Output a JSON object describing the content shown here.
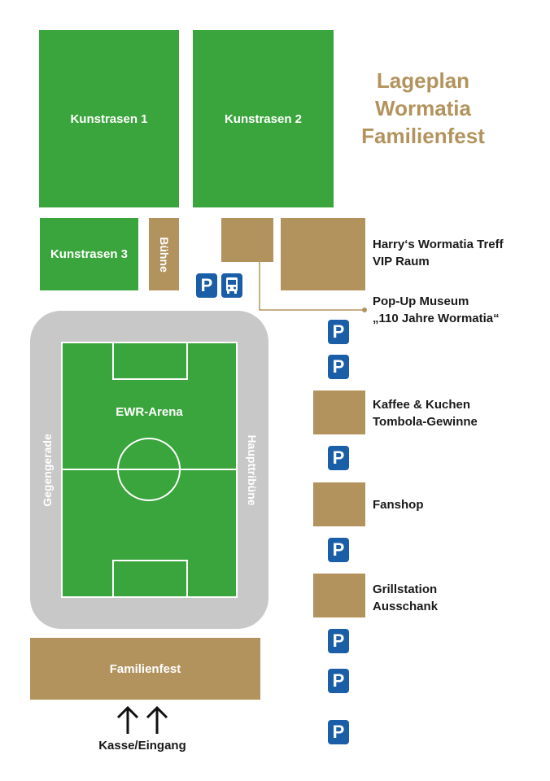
{
  "title": {
    "line1": "Lageplan",
    "line2": "Wormatia",
    "line3": "Familienfest"
  },
  "fields": {
    "kunstrasen1": "Kunstrasen 1",
    "kunstrasen2": "Kunstrasen 2",
    "kunstrasen3": "Kunstrasen 3"
  },
  "stage": "Bühne",
  "stadium": {
    "name": "EWR-Arena",
    "left_stand": "Gegengerade",
    "right_stand": "Haupttribüne"
  },
  "locations": {
    "vip_line1": "Harry‘s Wormatia Treff",
    "vip_line2": "VIP Raum",
    "museum_line1": "Pop-Up Museum",
    "museum_line2": "„110 Jahre Wormatia“",
    "kaffee_line1": "Kaffee & Kuchen",
    "kaffee_line2": "Tombola-Gewinne",
    "fanshop": "Fanshop",
    "grill_line1": "Grillstation",
    "grill_line2": "Ausschank"
  },
  "familienfest": "Familienfest",
  "entrance": "Kasse/Eingang",
  "parking_symbol": "P",
  "colors": {
    "field_green": "#3aa53c",
    "building_gold": "#b3935d",
    "track_gray": "#c8c8c8",
    "parking_blue": "#1a5ea8"
  },
  "icons": [
    "parking-icon",
    "bus-icon",
    "arrow-up-icon"
  ]
}
